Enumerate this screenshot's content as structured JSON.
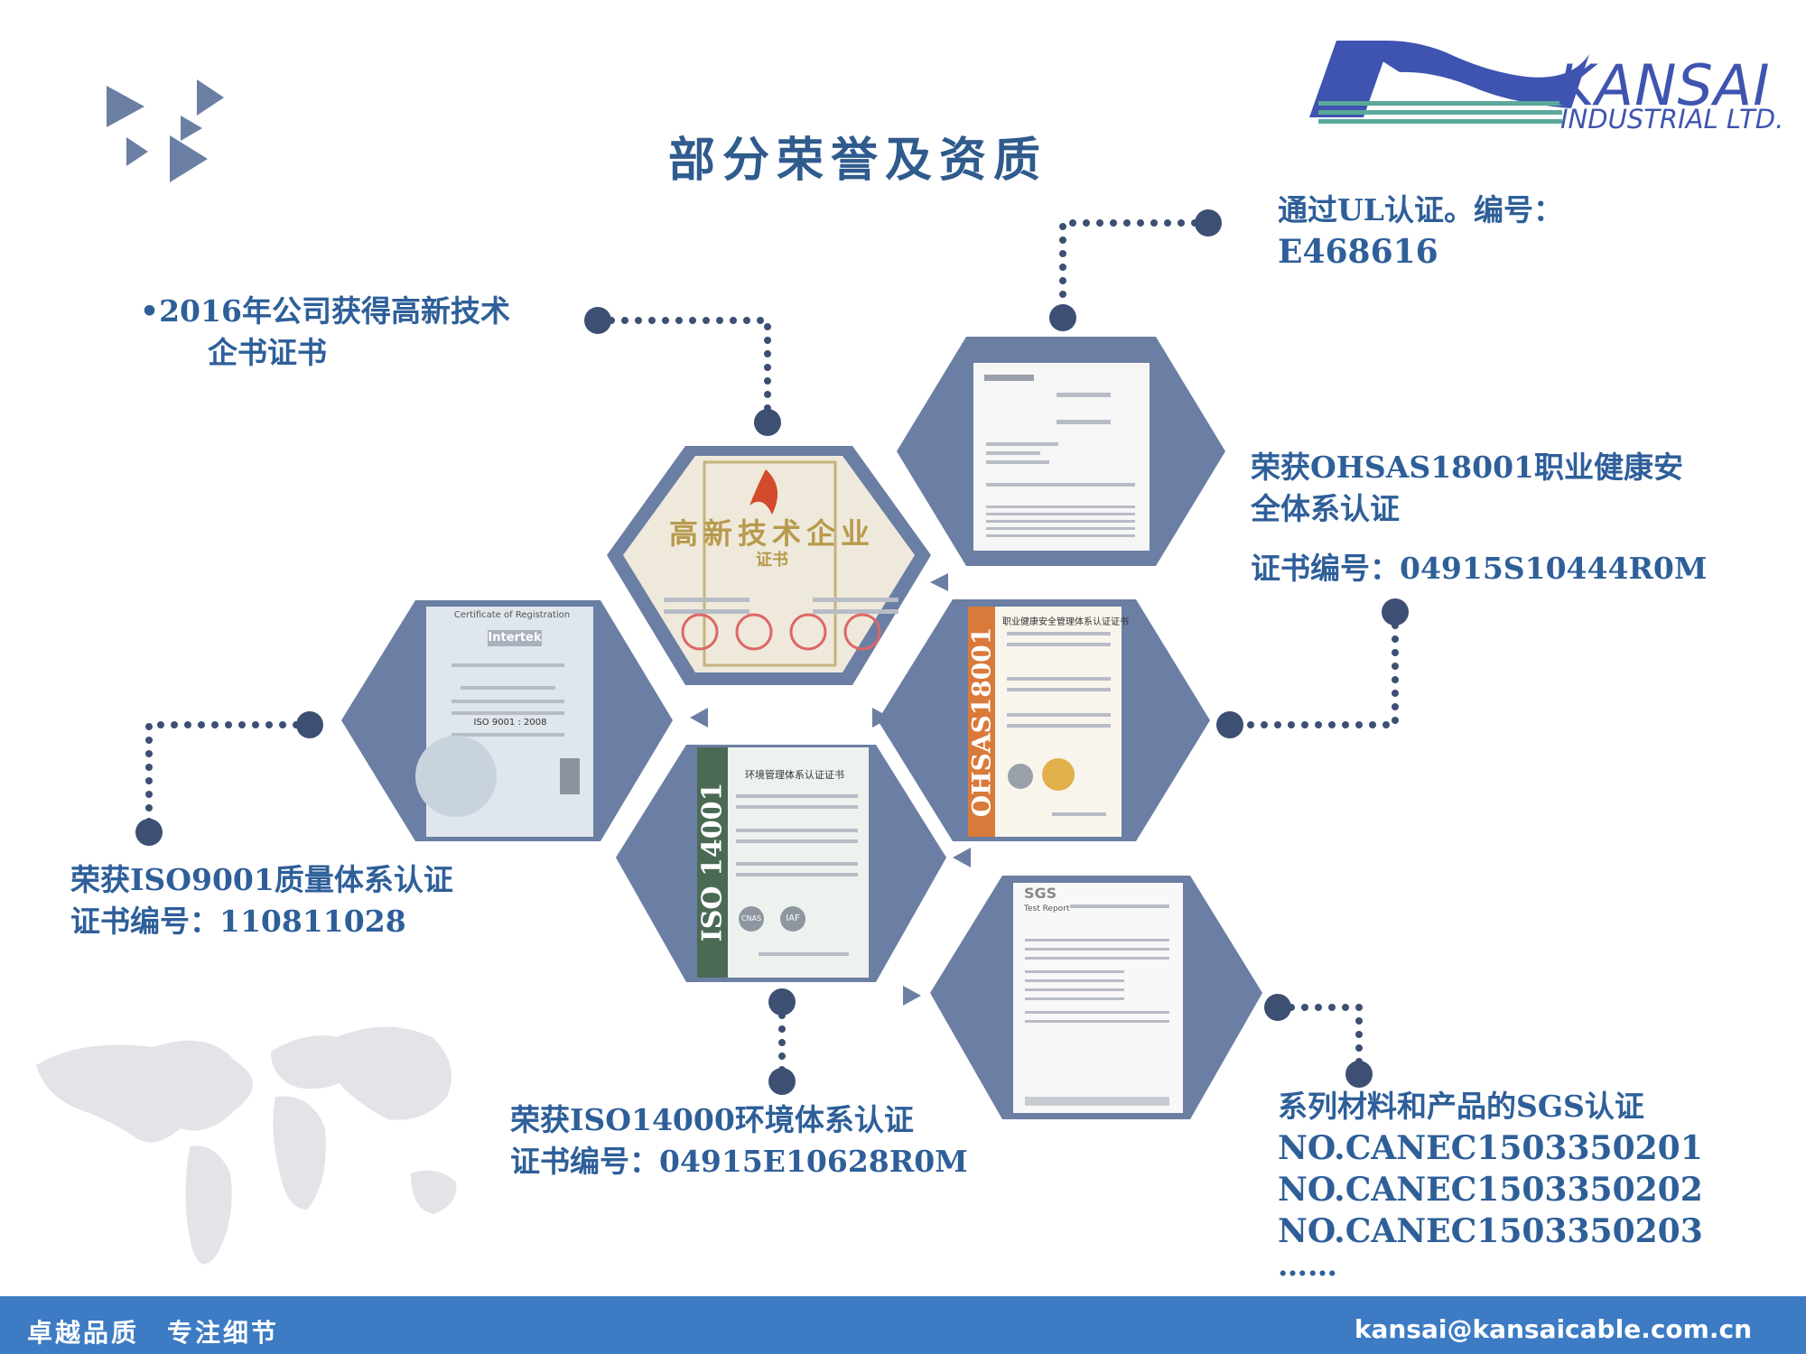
{
  "page": {
    "title": "部分荣誉及资质"
  },
  "logo": {
    "name": "KANSAI",
    "subtitle": "INDUSTRIAL LTD."
  },
  "captions": {
    "ul": {
      "line1": "通过UL认证。编号：",
      "line2": "E468616"
    },
    "hitech": {
      "line1": "•2016年公司获得高新技术",
      "line2": "企书证书"
    },
    "ohsas": {
      "line1": "荣获OHSAS18001职业健康安",
      "line2": "全体系认证",
      "line3": "证书编号：04915S10444R0M"
    },
    "iso9001": {
      "line1": "荣获ISO9001质量体系认证",
      "line2": "证书编号：110811028"
    },
    "iso14000": {
      "line1": "荣获ISO14000环境体系认证",
      "line2": "证书编号：04915E10628R0M"
    },
    "sgs": {
      "line1": "系列材料和产品的SGS认证",
      "line2": "NO.CANEC1503350201",
      "line3": "NO.CANEC1503350202",
      "line4": "NO.CANEC1503350203",
      "line5": "……"
    }
  },
  "certificates": {
    "hitech": {
      "heading": "高新技术企业",
      "sub": "证书"
    },
    "intertek": {
      "header": "Certificate of Registration",
      "brand": "Intertek",
      "standard": "ISO 9001 : 2008"
    },
    "ohsas": {
      "vertical": "OHSAS18001",
      "heading": "职业健康安全管理体系认证证书"
    },
    "iso14001": {
      "vertical": "ISO 14001",
      "heading": "环境管理体系认证证书",
      "mark1": "CNAS",
      "mark2": "IAF"
    },
    "sgs": {
      "brand": "SGS",
      "header": "Test Report"
    }
  },
  "footer": {
    "slogan": "卓越品质　专注细节",
    "email": "kansai@kansaicable.com.cn"
  },
  "colors": {
    "hexagon": "#6b7ea3",
    "text": "#2e5f99",
    "footer": "#3d7bc4",
    "title": "#2f5b8d"
  }
}
